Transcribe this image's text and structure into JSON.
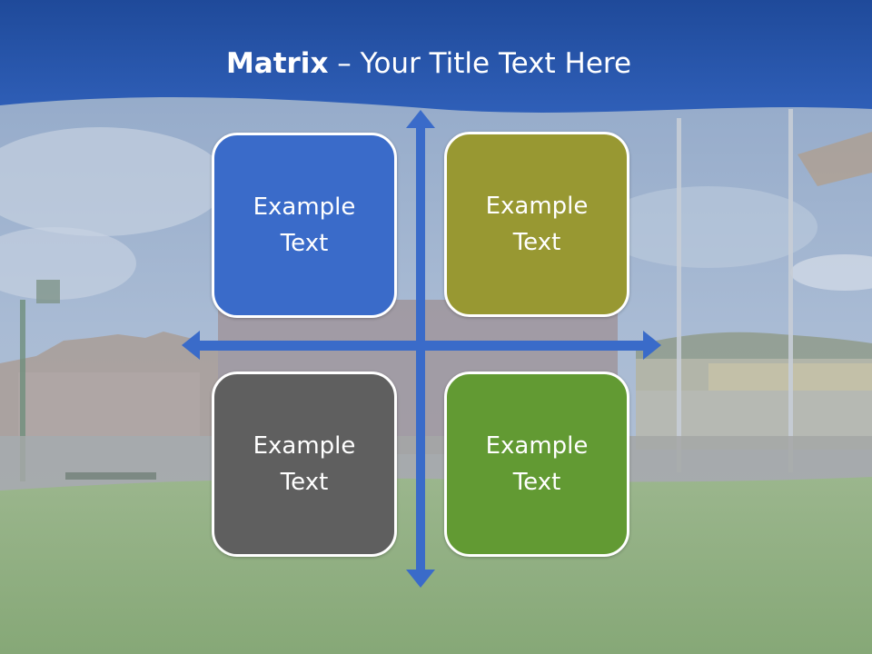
{
  "slide": {
    "title_bold": "Matrix",
    "title_rest": " – Your Title Text Here"
  },
  "matrix": {
    "boxes": [
      {
        "label": "Example Text",
        "color": "#3a6bc9"
      },
      {
        "label": "Example Text",
        "color": "#989832"
      },
      {
        "label": "Example Text",
        "color": "#5f5f5f"
      },
      {
        "label": "Example Text",
        "color": "#629a33"
      }
    ],
    "arrow_color": "#3a6bc9"
  },
  "theme": {
    "banner_color": "#2a58b0",
    "sky_color": "#9fb2cc",
    "grass_color": "#8fae80"
  }
}
